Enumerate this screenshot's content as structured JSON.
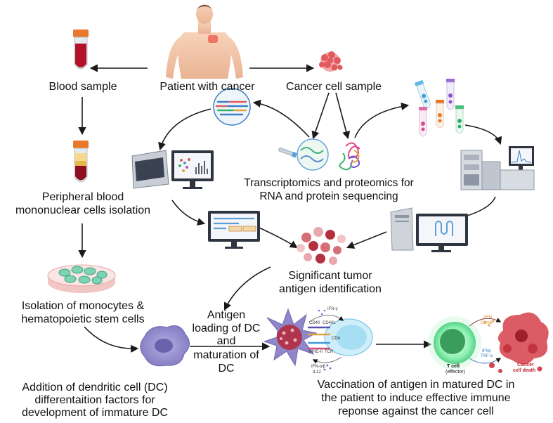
{
  "labels": {
    "patient": "Patient with cancer",
    "blood_sample": "Blood sample",
    "cancer_cell_sample": "Cancer cell sample",
    "transcriptomics_line1": "Transcriptomics and proteomics for",
    "transcriptomics_line2": "RNA and protein sequencing",
    "pbmc_line1": "Peripheral blood",
    "pbmc_line2": "mononuclear cells isolation",
    "tumor_antigen_line1": "Significant tumor",
    "tumor_antigen_line2": "antigen identification",
    "monocytes_line1": "Isolation of monocytes &",
    "monocytes_line2": "hematopoietic stem cells",
    "loading_line1": "Antigen",
    "loading_line2": "loading of DC",
    "loading_line3": "and",
    "loading_line4": "maturation of",
    "loading_line5": "DC",
    "addition_line1": "Addition of dendritic cell (DC)",
    "addition_line2": "differentaition factors for",
    "addition_line3": "development of immature DC",
    "vaccination_line1": "Vaccination of antigen in matured DC in",
    "vaccination_line2": "the patient to induce effective immune",
    "vaccination_line3": "reponse against the cancer cell"
  },
  "small_labels": {
    "ifn_gamma": "IFN-γ",
    "cd40": "CD40",
    "cd40l": "CD40L",
    "cd4": "CD4",
    "mhc": "MHC-II",
    "tcr": "TCR",
    "ifn_ab": "IFN-α/β",
    "il12": "IL12",
    "pfn": "PFN",
    "gzmb": "GzmB",
    "ifng": "IFNγ",
    "tnfa": "TNF-α",
    "tcell_line1": "T cell",
    "tcell_line2": "(effector)",
    "death_line1": "Cancer",
    "death_line2": "cell death"
  },
  "colors": {
    "arrow": "#1a1a1a",
    "tube_cap": "#e8792b",
    "blood_red": "#b3122a",
    "pbmc_yellow": "#e9b64a",
    "dc_purple": "#8f87c9",
    "tcell_green": "#3fcf7a",
    "cancer_red": "#d64550",
    "monitor_dark": "#2e3440"
  }
}
